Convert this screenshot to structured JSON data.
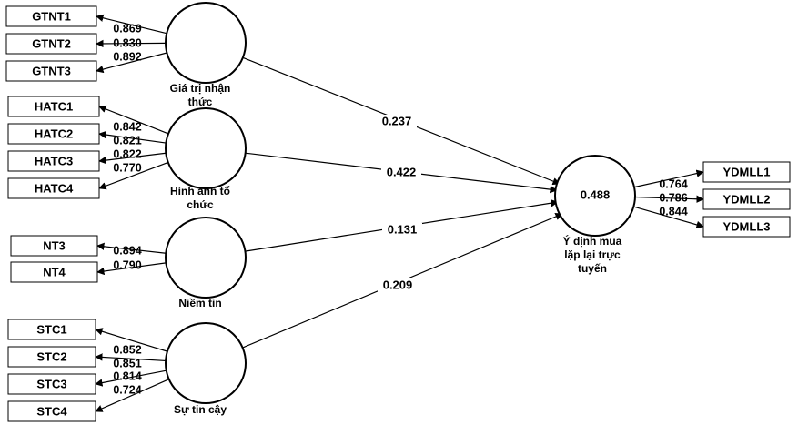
{
  "constructs": {
    "gtnt": {
      "label": [
        "Giá trị nhận",
        "thức"
      ]
    },
    "hatc": {
      "label": [
        "Hình ảnh tổ",
        "chức"
      ]
    },
    "nt": {
      "label": [
        "Niềm tin"
      ]
    },
    "stc": {
      "label": [
        "Sự tin cậy"
      ]
    },
    "ydmll": {
      "label": [
        "Ý định mua",
        "lặp lại trực",
        "tuyến"
      ],
      "r2": "0.488"
    }
  },
  "indicators": {
    "gtnt": [
      {
        "name": "GTNT1",
        "loading": "0.869"
      },
      {
        "name": "GTNT2",
        "loading": "0.830"
      },
      {
        "name": "GTNT3",
        "loading": "0.892"
      }
    ],
    "hatc": [
      {
        "name": "HATC1",
        "loading": "0.842"
      },
      {
        "name": "HATC2",
        "loading": "0.821"
      },
      {
        "name": "HATC3",
        "loading": "0.822"
      },
      {
        "name": "HATC4",
        "loading": "0.770"
      }
    ],
    "nt": [
      {
        "name": "NT3",
        "loading": "0.894"
      },
      {
        "name": "NT4",
        "loading": "0.790"
      }
    ],
    "stc": [
      {
        "name": "STC1",
        "loading": "0.852"
      },
      {
        "name": "STC2",
        "loading": "0.851"
      },
      {
        "name": "STC3",
        "loading": "0.814"
      },
      {
        "name": "STC4",
        "loading": "0.724"
      }
    ],
    "ydmll": [
      {
        "name": "YDMLL1",
        "loading": "0.764"
      },
      {
        "name": "YDMLL2",
        "loading": "0.786"
      },
      {
        "name": "YDMLL3",
        "loading": "0.844"
      }
    ]
  },
  "paths": {
    "gtnt": "0.237",
    "hatc": "0.422",
    "nt": "0.131",
    "stc": "0.209"
  }
}
